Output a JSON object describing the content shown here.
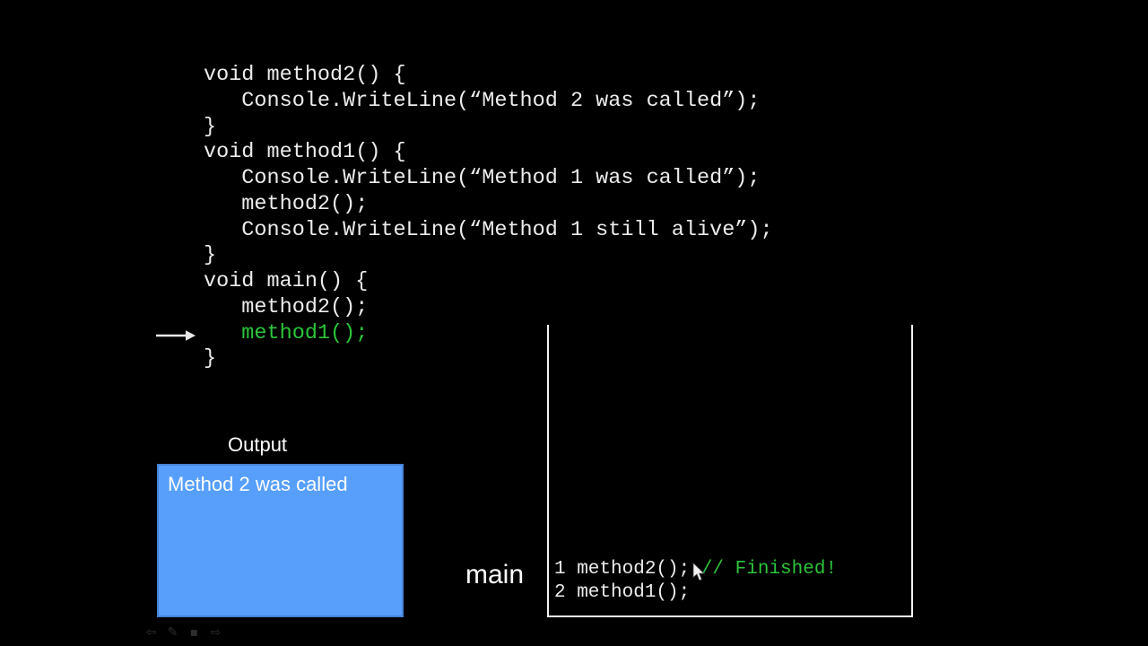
{
  "colors": {
    "background": "#000000",
    "code_text": "#ececec",
    "highlight_green": "#2bc43a",
    "output_box_fill": "#579ffb",
    "output_box_border": "#4583d6",
    "box_border": "#f2f2f2",
    "nav_icon": "#2d2d2d",
    "arrow_white": "#e8e8e8"
  },
  "code": {
    "lines": [
      {
        "text": "void method2() {",
        "highlight": false
      },
      {
        "text": "   Console.WriteLine(“Method 2 was called”);",
        "highlight": false
      },
      {
        "text": "}",
        "highlight": false
      },
      {
        "text": "void method1() {",
        "highlight": false
      },
      {
        "text": "   Console.WriteLine(“Method 1 was called”);",
        "highlight": false
      },
      {
        "text": "   method2();",
        "highlight": false
      },
      {
        "text": "   Console.WriteLine(“Method 1 still alive”);",
        "highlight": false
      },
      {
        "text": "}",
        "highlight": false
      },
      {
        "text": "void main() {",
        "highlight": false
      },
      {
        "text": "   method2();",
        "highlight": false
      },
      {
        "text": "   method1();",
        "highlight": true
      },
      {
        "text": "}",
        "highlight": false
      }
    ]
  },
  "output": {
    "label": "Output",
    "lines": [
      "Method 2 was called"
    ]
  },
  "stack": {
    "label": "main",
    "frames": [
      {
        "number": "1",
        "code": "method2();",
        "comment": "// Finished!"
      },
      {
        "number": "2",
        "code": "method1();",
        "comment": ""
      }
    ]
  },
  "nav": {
    "icons": [
      {
        "name": "previous-slide-arrow-icon",
        "glyph": "⇦"
      },
      {
        "name": "pen-icon",
        "glyph": "✎"
      },
      {
        "name": "slide-menu-icon",
        "glyph": "▪"
      },
      {
        "name": "next-slide-arrow-icon",
        "glyph": "⇨"
      }
    ]
  }
}
